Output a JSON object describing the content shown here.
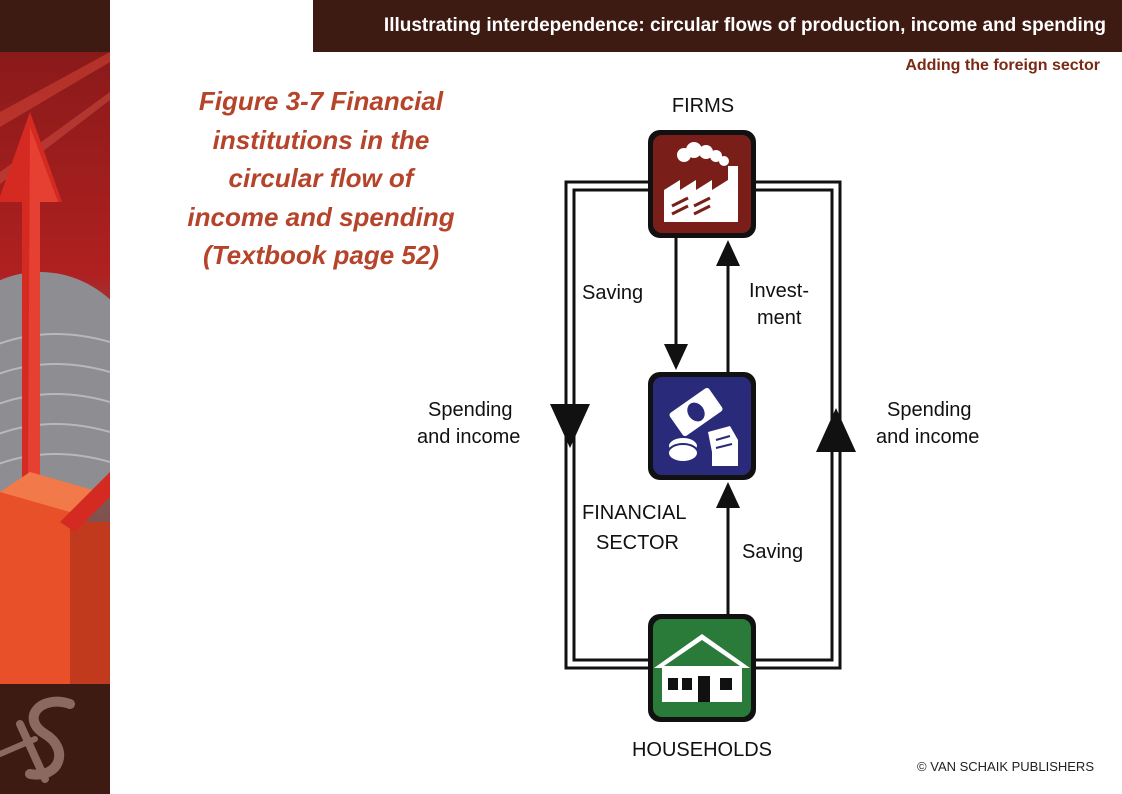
{
  "header": {
    "title": "Illustrating interdependence: circular flows of production, income and spending",
    "subtitle": "Adding the foreign sector"
  },
  "figure": {
    "title_lines": [
      "Figure 3-7 Financial",
      "institutions in the",
      "circular flow of",
      "income and spending",
      "(Textbook page 52)"
    ]
  },
  "diagram": {
    "firms_label": "FIRMS",
    "households_label": "HOUSEHOLDS",
    "financial_label_lines": [
      "FINANCIAL",
      "SECTOR"
    ],
    "saving_firms_label": "Saving",
    "investment_label_lines": [
      "Invest-",
      "ment"
    ],
    "saving_households_label": "Saving",
    "spending_left_lines": [
      "Spending",
      "and income"
    ],
    "spending_right_lines": [
      "Spending",
      "and income"
    ],
    "colors": {
      "firms": "#7a1e1a",
      "financial": "#2a2a7a",
      "households": "#2a7a3a"
    }
  },
  "footer": {
    "copyright": "© VAN SCHAIK PUBLISHERS"
  }
}
